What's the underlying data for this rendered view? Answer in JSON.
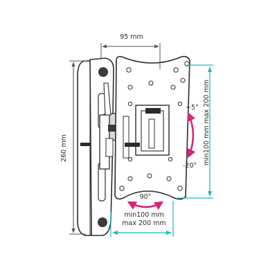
{
  "dimensions": {
    "arm_length": "95 mm",
    "wall_plate_height": "260 mm",
    "vesa_vertical": "min100 mm max 200 mm",
    "vesa_horizontal_line1": "min100 mm",
    "vesa_horizontal_line2": "max 200 mm"
  },
  "angles": {
    "tilt_up": "+5°",
    "tilt_down": "-20°",
    "swivel": "90°"
  },
  "colors": {
    "line": "#2b2b2b",
    "dimension_vertical": "#555555",
    "vesa_dimension": "#1fb8c9",
    "motion_arrow": "#d6247a",
    "bracket_fill": "#ffffff",
    "arm_fill": "#d9d9d9"
  }
}
